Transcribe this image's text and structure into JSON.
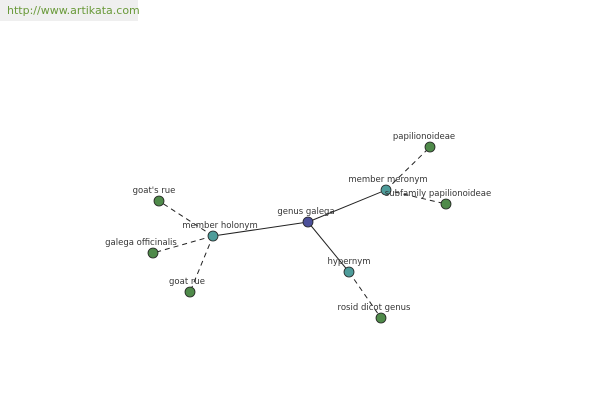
{
  "site_url": "http://www.artikata.com",
  "colors": {
    "central": "#4b4f99",
    "relation": "#4e9c9a",
    "leaf": "#4f8a4a",
    "url_text": "#6a9a3a"
  },
  "graph": {
    "nodes": [
      {
        "id": "genus-galega",
        "label": "genus galega",
        "kind": "central"
      },
      {
        "id": "member-holonym",
        "label": "member holonym",
        "kind": "relation"
      },
      {
        "id": "member-meronym",
        "label": "member meronym",
        "kind": "relation"
      },
      {
        "id": "hypernym",
        "label": "hypernym",
        "kind": "relation"
      },
      {
        "id": "goats-rue",
        "label": "goat's rue",
        "kind": "leaf"
      },
      {
        "id": "galega-officinalis",
        "label": "galega officinalis",
        "kind": "leaf"
      },
      {
        "id": "goat-rue",
        "label": "goat rue",
        "kind": "leaf"
      },
      {
        "id": "papilionoideae",
        "label": "papilionoideae",
        "kind": "leaf"
      },
      {
        "id": "subfamily-papilionoideae",
        "label": "subfamily papilionoideae",
        "kind": "leaf"
      },
      {
        "id": "rosid-dicot-genus",
        "label": "rosid dicot genus",
        "kind": "leaf"
      }
    ],
    "edges": [
      {
        "from": "genus-galega",
        "to": "member-holonym",
        "style": "solid"
      },
      {
        "from": "genus-galega",
        "to": "member-meronym",
        "style": "solid"
      },
      {
        "from": "genus-galega",
        "to": "hypernym",
        "style": "solid"
      },
      {
        "from": "member-holonym",
        "to": "goats-rue",
        "style": "dashed"
      },
      {
        "from": "member-holonym",
        "to": "galega-officinalis",
        "style": "dashed"
      },
      {
        "from": "member-holonym",
        "to": "goat-rue",
        "style": "dashed"
      },
      {
        "from": "member-meronym",
        "to": "papilionoideae",
        "style": "dashed"
      },
      {
        "from": "member-meronym",
        "to": "subfamily-papilionoideae",
        "style": "dashed"
      },
      {
        "from": "hypernym",
        "to": "rosid-dicot-genus",
        "style": "dashed"
      }
    ]
  }
}
